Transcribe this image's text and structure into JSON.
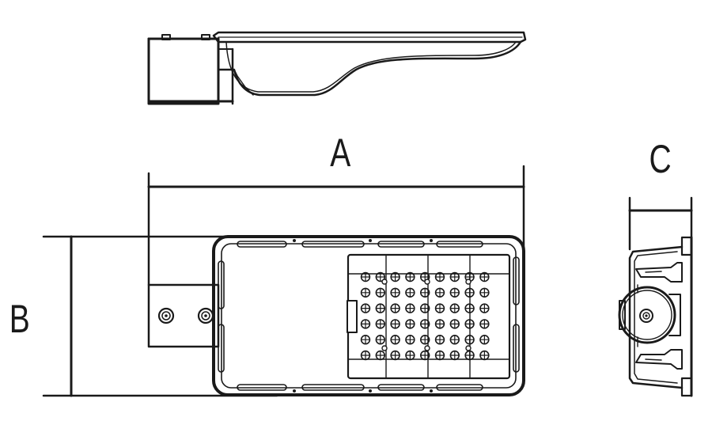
{
  "diagram": {
    "dimension_labels": {
      "length": "A",
      "width": "B",
      "height": "C"
    },
    "led_grid": {
      "rows": 6,
      "columns": 9
    }
  }
}
